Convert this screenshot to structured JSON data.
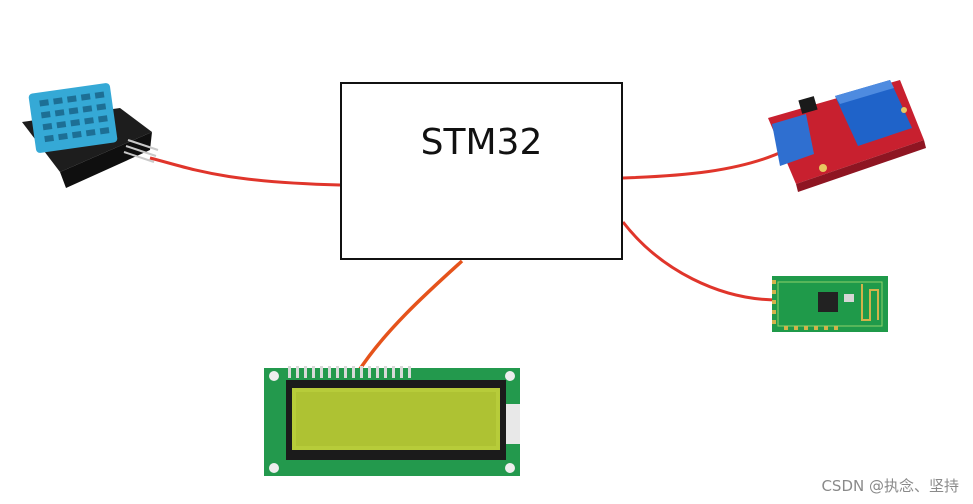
{
  "diagram": {
    "controller_label": "STM32",
    "watermark": "CSDN @执念、坚持",
    "components": [
      {
        "name": "dht11-sensor",
        "side": "left"
      },
      {
        "name": "relay-module",
        "side": "right-top"
      },
      {
        "name": "bluetooth-module",
        "side": "right-bottom"
      },
      {
        "name": "lcd1602-display",
        "side": "bottom"
      }
    ],
    "colors": {
      "wire_red": "#e0352b",
      "wire_orange": "#e5531b",
      "sensor_blue": "#35a9d6",
      "relay_red": "#c8202f",
      "relay_blue": "#1f63c9",
      "pcb_green": "#1f9a4a",
      "lcd_screen": "#b7cc3a"
    }
  }
}
